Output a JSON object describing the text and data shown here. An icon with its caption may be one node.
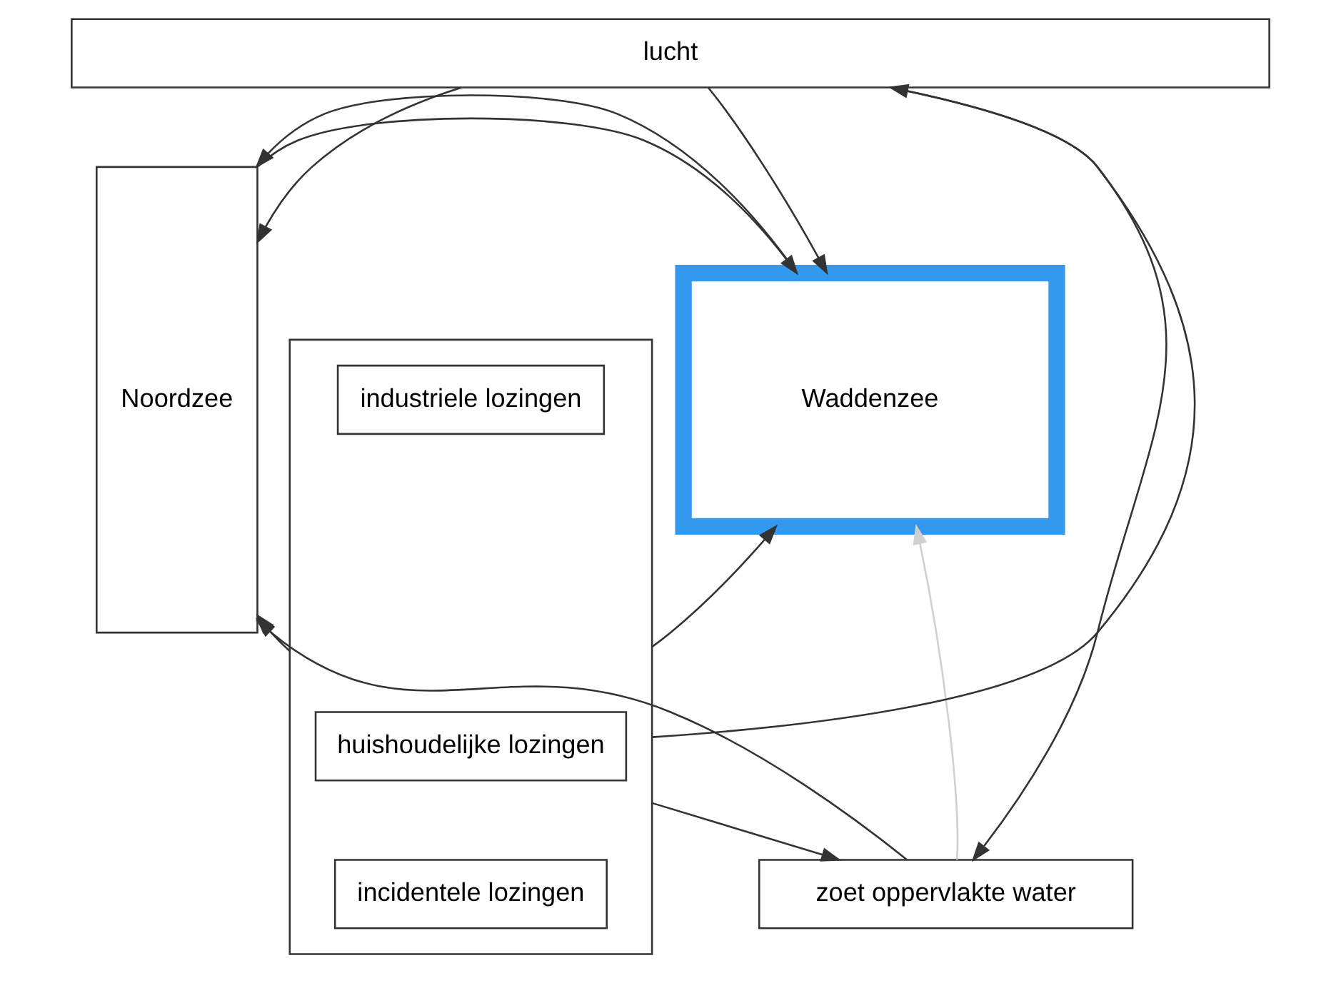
{
  "diagram": {
    "nodes": [
      {
        "text": [
          "lucht"
        ]
      },
      {
        "text": [
          "Noordzee"
        ]
      },
      {
        "text": [
          "Waddenzee"
        ]
      },
      {
        "text": [
          "zoet oppervlakte water"
        ]
      },
      {
        "text": [],
        "shape": "box"
      },
      {
        "text": [
          "industriele lozingen"
        ],
        "in": 4
      },
      {
        "text": [
          "huishoudelijke lozingen"
        ],
        "in": 4
      },
      {
        "text": [
          "incidentele lozingen"
        ],
        "in": 4
      }
    ],
    "edges": [
      {
        "from": 0,
        "to": 1,
        "arrow": "to"
      },
      {
        "from": 0,
        "to": 2,
        "arrow": "to"
      },
      {
        "from": 4,
        "to": 0,
        "arrow": "to"
      },
      {
        "from": 1,
        "to": 2,
        "arrow": "to"
      },
      {
        "from": 2,
        "to": 1,
        "arrow": "to"
      },
      {
        "from": 4,
        "to": 2,
        "arrow": "to"
      },
      {
        "from": 3,
        "to": 1,
        "arrow": "to"
      },
      {
        "from": 4,
        "to": 3,
        "arrow": "to"
      },
      {
        "from": 3,
        "to": 2,
        "arrow": "to",
        "color": "#d0d0d0"
      },
      {
        "from": 4,
        "to": 1,
        "arrow": "to"
      },
      {
        "from": 0,
        "to": 3,
        "arrow": "to"
      }
    ]
  }
}
